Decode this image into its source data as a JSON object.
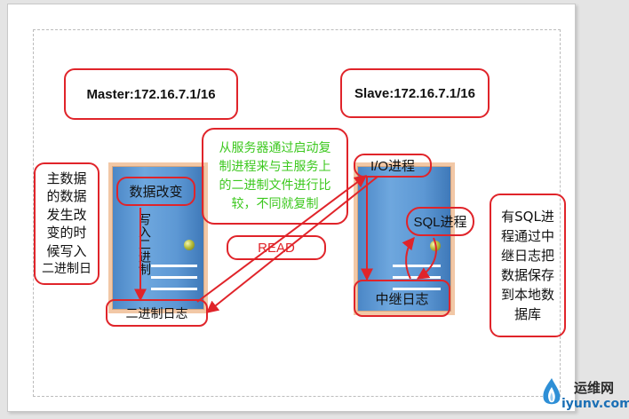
{
  "master_label": "Master:172.16.7.1/16",
  "slave_label": "Slave:172.16.7.1/16",
  "left_note": [
    "主数据",
    "的数据",
    "发生改",
    "变的时",
    "候写入",
    "二进制日"
  ],
  "data_change": "数据改变",
  "write_binlog": "写入二进制",
  "binlog": "二进制日志",
  "io_thread": "I/O进程",
  "sql_thread": "SQL进程",
  "relay_log": "中继日志",
  "read_label": "READ",
  "green_note": [
    "从服务器通过启动复",
    "制进程来与主服务上",
    "的二进制文件进行比",
    "较，不同就复制"
  ],
  "right_note": [
    "有SQL进",
    "程通过中",
    "继日志把",
    "数据保存",
    "到本地数",
    "据库"
  ],
  "watermark": {
    "brand": "运维网",
    "url": "iyunv.com"
  },
  "colors": {
    "accent_red": "#e0242a",
    "note_green": "#3cc81e",
    "server_blue": "#5d98d4"
  }
}
